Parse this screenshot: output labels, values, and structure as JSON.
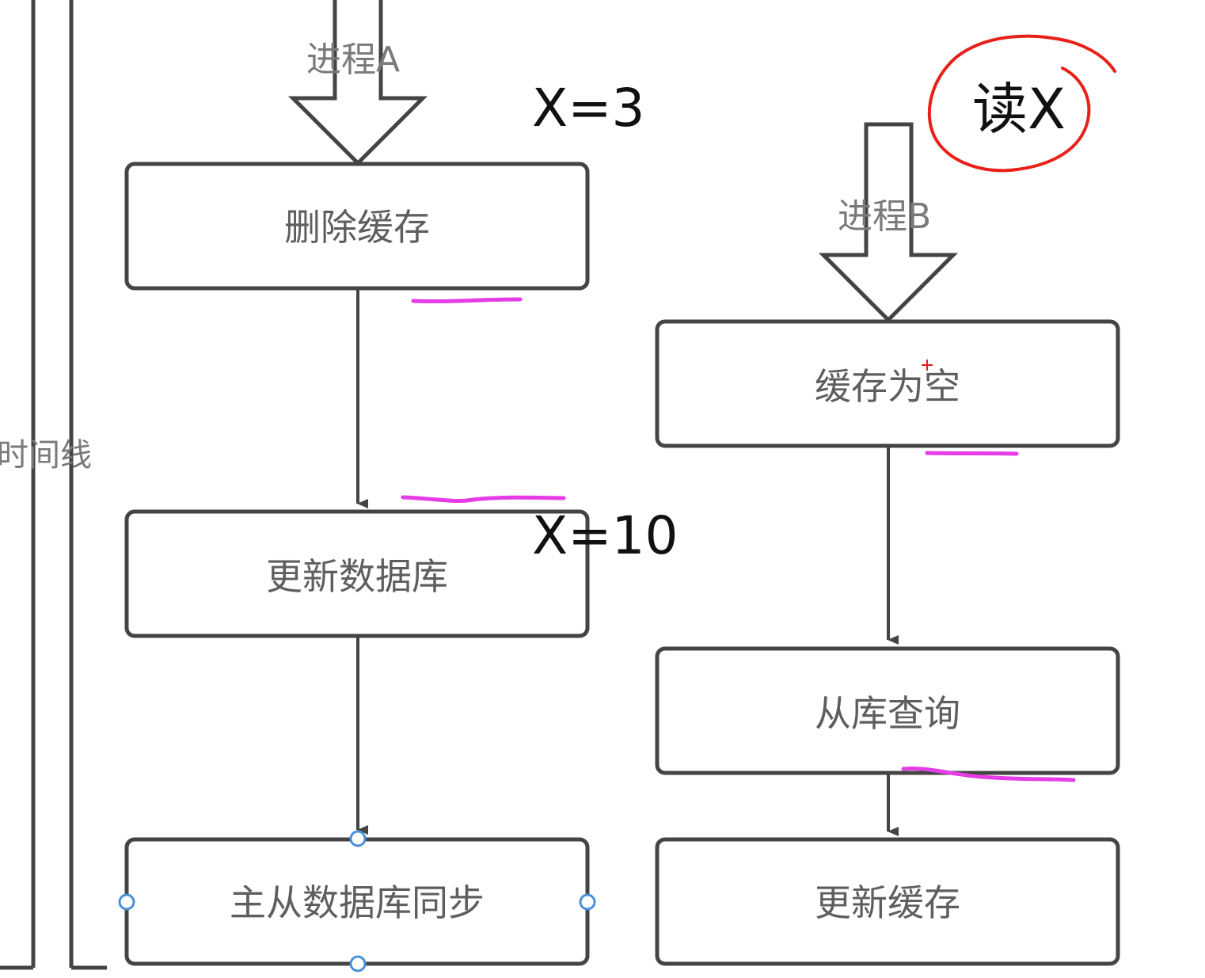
{
  "timeline": {
    "label": "时间线"
  },
  "process_a": {
    "label": "进程A",
    "steps": [
      "删除缓存",
      "更新数据库",
      "主从数据库同步"
    ]
  },
  "process_b": {
    "label": "进程B",
    "steps": [
      "缓存为空",
      "从库查询",
      "更新缓存"
    ]
  },
  "annotations": {
    "x_before": "X=3",
    "x_after": "X=10",
    "read_x": "读X"
  },
  "colors": {
    "box_stroke": "#444444",
    "text_gray": "#5e5e5e",
    "highlight_magenta": "#e63ce6",
    "circle_red": "#e8201a",
    "handle_blue": "#4a90d9"
  }
}
